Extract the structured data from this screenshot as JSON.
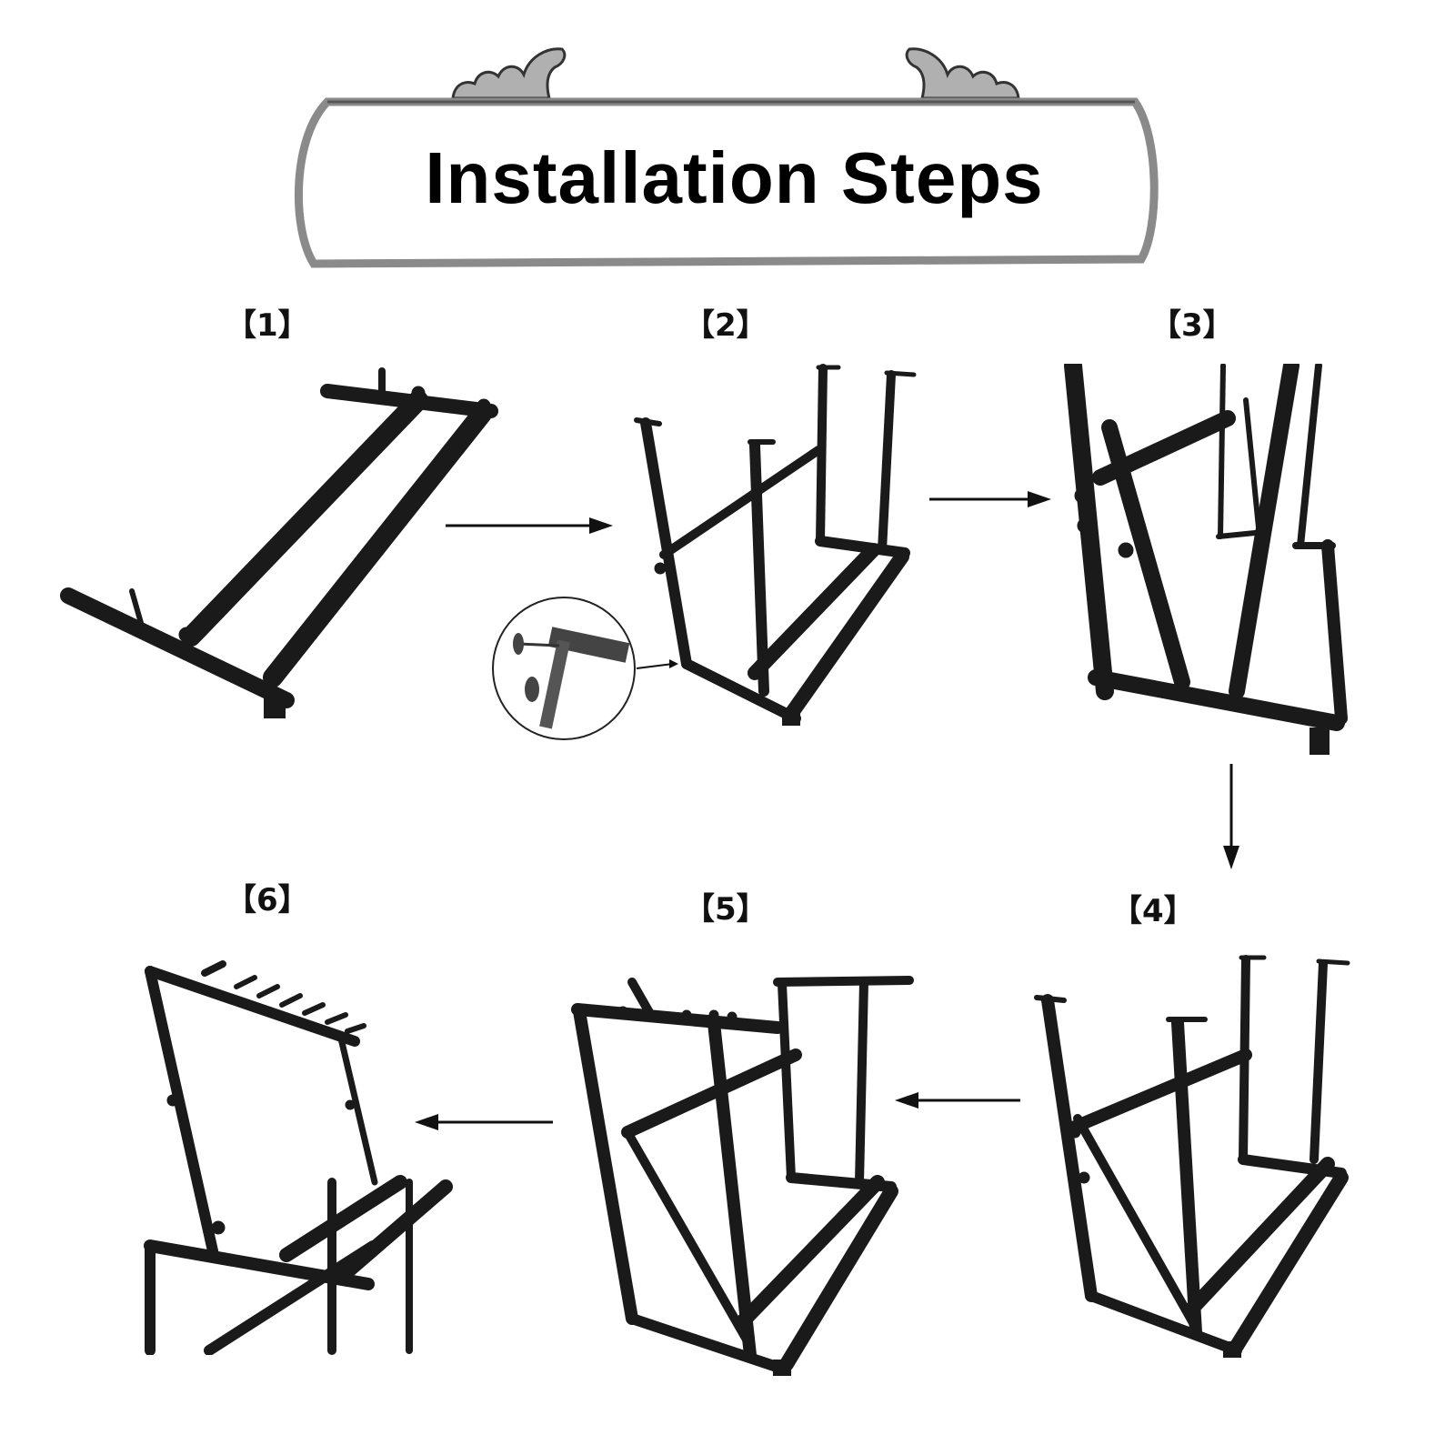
{
  "banner": {
    "title": "Installation Steps"
  },
  "steps": [
    {
      "label": "【1】"
    },
    {
      "label": "【2】"
    },
    {
      "label": "【3】"
    },
    {
      "label": "【4】"
    },
    {
      "label": "【5】"
    },
    {
      "label": "【6】"
    }
  ],
  "colors": {
    "frame": "#1a1a1a",
    "banner_border": "#8a8a8a",
    "hands": "#b0b0b0"
  }
}
